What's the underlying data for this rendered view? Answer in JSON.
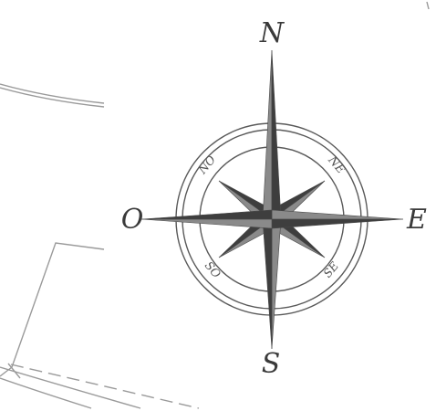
{
  "compass": {
    "cardinals": {
      "north": "N",
      "south": "S",
      "east": "E",
      "west": "O"
    },
    "intercardinals": {
      "northeast": "NE",
      "northwest": "NO",
      "southeast": "SE",
      "southwest": "SO"
    }
  },
  "colors": {
    "background": "#ffffff",
    "map_lines": "#9a9a9a",
    "rose_light": "#8a8a8a",
    "rose_dark": "#3e3e3e",
    "ring": "#5a5a5a",
    "text": "#3a3a3a"
  }
}
